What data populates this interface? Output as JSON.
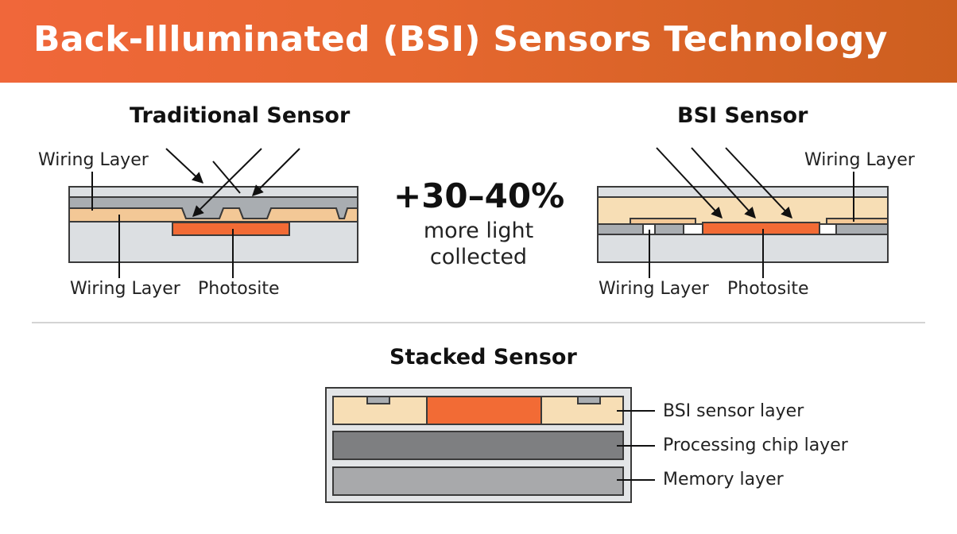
{
  "title": "Back-Illuminated (BSI) Sensors Technology",
  "traditional": {
    "title": "Traditional Sensor",
    "label_wiring_top": "Wiring Layer",
    "label_wiring_bottom": "Wiring Layer",
    "label_photosite": "Photosite"
  },
  "bsi": {
    "title": "BSI Sensor",
    "label_wiring_top": "Wiring Layer",
    "label_wiring_bottom": "Wiring Layer",
    "label_photosite": "Photosite"
  },
  "comparison": {
    "value": "+30–40%",
    "line1": "more light",
    "line2": "collected"
  },
  "stacked": {
    "title": "Stacked Sensor",
    "layer_bsi": "BSI sensor layer",
    "layer_processing": "Processing chip layer",
    "layer_memory": "Memory layer"
  },
  "colors": {
    "header_start": "#f0673a",
    "header_end": "#cd5f1f",
    "photosite": "#f26b35",
    "wiring": "#f3c896",
    "substrate": "#dcdfe2",
    "metal": "#a9adb1",
    "processing": "#7e7f81",
    "memory": "#a8a9ab"
  }
}
